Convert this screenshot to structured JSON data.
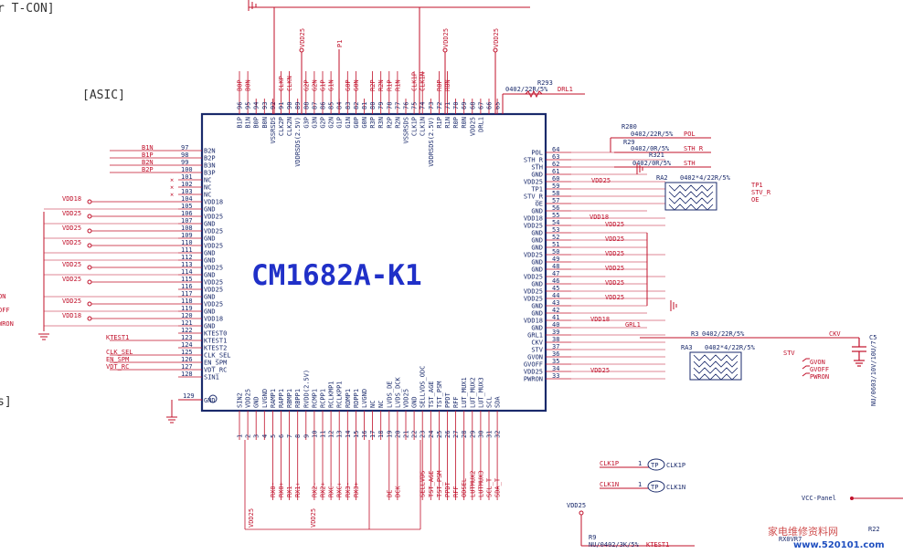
{
  "header": {
    "tcon": "r T-CON]",
    "asic": "[ASIC]",
    "edge": "s]"
  },
  "chip": {
    "name": "CM1682A-K1"
  },
  "pins_left": [
    {
      "n": "97",
      "name": "B2N",
      "net": "B1N"
    },
    {
      "n": "98",
      "name": "B2P",
      "net": "B1P"
    },
    {
      "n": "99",
      "name": "B3N",
      "net": "B2N"
    },
    {
      "n": "100",
      "name": "B3P",
      "net": "B2P"
    },
    {
      "n": "101",
      "name": "NC",
      "net": ""
    },
    {
      "n": "102",
      "name": "NC",
      "net": ""
    },
    {
      "n": "103",
      "name": "NC",
      "net": ""
    },
    {
      "n": "104",
      "name": "VDD18",
      "net": "VDD18"
    },
    {
      "n": "105",
      "name": "GND",
      "net": ""
    },
    {
      "n": "106",
      "name": "VDD25",
      "net": "VDD25"
    },
    {
      "n": "107",
      "name": "GND",
      "net": ""
    },
    {
      "n": "108",
      "name": "VDD25",
      "net": "VDD25"
    },
    {
      "n": "109",
      "name": "GND",
      "net": ""
    },
    {
      "n": "110",
      "name": "VDD25",
      "net": "VDD25"
    },
    {
      "n": "111",
      "name": "GND",
      "net": ""
    },
    {
      "n": "112",
      "name": "GND",
      "net": ""
    },
    {
      "n": "113",
      "name": "VDD25",
      "net": "VDD25"
    },
    {
      "n": "114",
      "name": "GND",
      "net": ""
    },
    {
      "n": "115",
      "name": "VDD25",
      "net": "VDD25"
    },
    {
      "n": "116",
      "name": "VDD25",
      "net": ""
    },
    {
      "n": "117",
      "name": "GND",
      "net": ""
    },
    {
      "n": "118",
      "name": "VDD25",
      "net": "VDD25"
    },
    {
      "n": "119",
      "name": "GND",
      "net": ""
    },
    {
      "n": "120",
      "name": "VDD18",
      "net": "VDD18"
    },
    {
      "n": "121",
      "name": "GND",
      "net": ""
    },
    {
      "n": "122",
      "name": "KTEST0",
      "net": ""
    },
    {
      "n": "123",
      "name": "KTEST1",
      "net": "KTEST1"
    },
    {
      "n": "124",
      "name": "KTEST2",
      "net": ""
    },
    {
      "n": "125",
      "name": "CLK_SEL",
      "net": "CLK_SEL"
    },
    {
      "n": "126",
      "name": "EN_SPM",
      "net": "EN_SPM"
    },
    {
      "n": "127",
      "name": "VDT_RC",
      "net": "VDT_RC"
    },
    {
      "n": "128",
      "name": "SIN1",
      "net": ""
    }
  ],
  "pin_gnd": {
    "n": "129",
    "name": "GND"
  },
  "pins_right": [
    {
      "n": "64",
      "name": "POL"
    },
    {
      "n": "63",
      "name": "STH_R"
    },
    {
      "n": "62",
      "name": "STH"
    },
    {
      "n": "61",
      "name": "GND"
    },
    {
      "n": "60",
      "name": "VDD25"
    },
    {
      "n": "59",
      "name": "TP1"
    },
    {
      "n": "58",
      "name": "STV_R"
    },
    {
      "n": "57",
      "name": "OE"
    },
    {
      "n": "56",
      "name": "GND"
    },
    {
      "n": "55",
      "name": "VDD18"
    },
    {
      "n": "54",
      "name": "VDD25"
    },
    {
      "n": "53",
      "name": "GND"
    },
    {
      "n": "52",
      "name": "GND"
    },
    {
      "n": "51",
      "name": "GND"
    },
    {
      "n": "50",
      "name": "VDD25"
    },
    {
      "n": "49",
      "name": "GND"
    },
    {
      "n": "48",
      "name": "GND"
    },
    {
      "n": "47",
      "name": "VDD25"
    },
    {
      "n": "46",
      "name": "GND"
    },
    {
      "n": "45",
      "name": "VDD25"
    },
    {
      "n": "44",
      "name": "VDD25"
    },
    {
      "n": "43",
      "name": "GND"
    },
    {
      "n": "42",
      "name": "GND"
    },
    {
      "n": "41",
      "name": "VDD18"
    },
    {
      "n": "40",
      "name": "GND"
    },
    {
      "n": "39",
      "name": "GRL1"
    },
    {
      "n": "38",
      "name": "CKV"
    },
    {
      "n": "37",
      "name": "STV"
    },
    {
      "n": "36",
      "name": "GVON"
    },
    {
      "n": "35",
      "name": "GVOFF"
    },
    {
      "n": "34",
      "name": "VDD25"
    },
    {
      "n": "33",
      "name": "PWRON"
    }
  ],
  "pins_top": [
    {
      "n": "96",
      "name": "B1P",
      "net": "B0P"
    },
    {
      "n": "95",
      "name": "B1N",
      "net": "B0N"
    },
    {
      "n": "94",
      "name": "B0P",
      "net": ""
    },
    {
      "n": "93",
      "name": "B0N",
      "net": ""
    },
    {
      "n": "92",
      "name": "VSSRSDS",
      "net": ""
    },
    {
      "n": "91",
      "name": "CLK2P",
      "net": "CLKP"
    },
    {
      "n": "90",
      "name": "CLK2N",
      "net": "CLKN"
    },
    {
      "n": "89",
      "name": "VDDRSDS(2.5V)",
      "net": ""
    },
    {
      "n": "88",
      "name": "G3P",
      "net": "G2P"
    },
    {
      "n": "87",
      "name": "G3N",
      "net": "G2N"
    },
    {
      "n": "86",
      "name": "G2P",
      "net": "G1P"
    },
    {
      "n": "85",
      "name": "G2N",
      "net": "G1N"
    },
    {
      "n": "84",
      "name": "G1P",
      "net": ""
    },
    {
      "n": "83",
      "name": "G1N",
      "net": "G0P"
    },
    {
      "n": "82",
      "name": "G0P",
      "net": "G0N"
    },
    {
      "n": "81",
      "name": "G0N",
      "net": ""
    },
    {
      "n": "80",
      "name": "R3P",
      "net": "R2P"
    },
    {
      "n": "79",
      "name": "R3N",
      "net": "R2N"
    },
    {
      "n": "78",
      "name": "R2P",
      "net": "R1P"
    },
    {
      "n": "77",
      "name": "R2N",
      "net": "R1N"
    },
    {
      "n": "76",
      "name": "VSSRSDS",
      "net": ""
    },
    {
      "n": "75",
      "name": "CLK1P",
      "net": "CLK1P"
    },
    {
      "n": "74",
      "name": "CLK1N",
      "net": "CLK1N"
    },
    {
      "n": "73",
      "name": "VDDRSDS(2.5V)",
      "net": ""
    },
    {
      "n": "72",
      "name": "R1P",
      "net": "R0P"
    },
    {
      "n": "71",
      "name": "R1N",
      "net": "R0N"
    },
    {
      "n": "70",
      "name": "R0P",
      "net": ""
    },
    {
      "n": "69",
      "name": "R0N",
      "net": ""
    },
    {
      "n": "68",
      "name": "VDD25",
      "net": ""
    },
    {
      "n": "67",
      "name": "DRL1",
      "net": ""
    },
    {
      "n": "66",
      "name": "",
      "net": ""
    },
    {
      "n": "65",
      "name": "",
      "net": ""
    }
  ],
  "pins_bottom": [
    {
      "n": "1",
      "name": "SIN2",
      "net": ""
    },
    {
      "n": "2",
      "name": "VDD25",
      "net": ""
    },
    {
      "n": "3",
      "name": "GND",
      "net": ""
    },
    {
      "n": "4",
      "name": "LVGND",
      "net": ""
    },
    {
      "n": "5",
      "name": "RAMP1",
      "net": "RX0-"
    },
    {
      "n": "6",
      "name": "RAPP1",
      "net": "RX0+"
    },
    {
      "n": "7",
      "name": "RBMP1",
      "net": "RX1-"
    },
    {
      "n": "8",
      "name": "RBPP1",
      "net": "RX1+"
    },
    {
      "n": "9",
      "name": "RVDD(2.5V)",
      "net": ""
    },
    {
      "n": "10",
      "name": "RCMP1",
      "net": "RX2-"
    },
    {
      "n": "11",
      "name": "RCPP1",
      "net": "RX2+"
    },
    {
      "n": "12",
      "name": "RCLKMP1",
      "net": "RXC-"
    },
    {
      "n": "13",
      "name": "RCLKPP1",
      "net": "RXC+"
    },
    {
      "n": "14",
      "name": "RDMP1",
      "net": "RX3-"
    },
    {
      "n": "15",
      "name": "RDPP1",
      "net": "RX3+"
    },
    {
      "n": "16",
      "name": "LVGND",
      "net": ""
    },
    {
      "n": "17",
      "name": "NC",
      "net": ""
    },
    {
      "n": "18",
      "name": "NC",
      "net": ""
    },
    {
      "n": "19",
      "name": "LVDS_DE",
      "net": "DE"
    },
    {
      "n": "20",
      "name": "LVDS_DCK",
      "net": "DCK"
    },
    {
      "n": "21",
      "name": "VDD25",
      "net": ""
    },
    {
      "n": "22",
      "name": "GND",
      "net": ""
    },
    {
      "n": "23",
      "name": "SELLVDS_ODC",
      "net": "SELLVDS"
    },
    {
      "n": "24",
      "name": "TST_AGE",
      "net": "TST_AGE"
    },
    {
      "n": "25",
      "name": "TST_PSM",
      "net": "TST_PSM"
    },
    {
      "n": "26",
      "name": "PPDT",
      "net": "PPDT"
    },
    {
      "n": "27",
      "name": "RFF",
      "net": "RFF"
    },
    {
      "n": "28",
      "name": "LUT_MUX1",
      "net": "ODSEL"
    },
    {
      "n": "29",
      "name": "LUT_MUX2",
      "net": "LUTMUX2"
    },
    {
      "n": "30",
      "name": "LUT_MUX3",
      "net": "LUTMUX3"
    },
    {
      "n": "31",
      "name": "SCL",
      "net": "SCL_T"
    },
    {
      "n": "32",
      "name": "SDA",
      "net": "SDA_T"
    }
  ],
  "top_power": {
    "v1": "VDD25",
    "v2": "VDD25",
    "v3": "VDD25",
    "p1": "P1"
  },
  "right_side": {
    "r293_ref": "R293",
    "r293_val": "0402/22R/5%",
    "drl1": "DRL1",
    "r280_ref": "R280",
    "r280_val": "0402/22R/5%",
    "pol": "POL",
    "r29_ref": "R29",
    "r29_val": "0402/0R/5%",
    "sth_r": "STH_R",
    "r321_ref": "R321",
    "r321_val": "0402/0R/5%",
    "sth": "STH",
    "ra2_ref": "RA2",
    "ra2_val": "0402*4/22R/5%",
    "tp1": "TP1",
    "stv_r": "STV_R",
    "oe": "OE",
    "vdd25": "VDD25",
    "vdd18": "VDD18",
    "grl1": "GRL1",
    "r3_ref": "R3",
    "r3_val": "0402/22R/5%",
    "ckv": "CKV",
    "ra3_ref": "RA3",
    "ra3_val": "0402*4/22R/5%",
    "stv": "STV",
    "gvon": "GVON",
    "gvoff": "GVOFF",
    "pwron": "PWRON",
    "c5_ref": "C5",
    "c5_val": "NU/0603/10V/10U/7",
    "clk1p": "CLK1P",
    "clk1n": "CLK1N",
    "tp": "TP",
    "one": "1",
    "vcc_panel": "VCC-Panel",
    "r9_ref": "R9",
    "r9_val": "NU/0402/3K/5%",
    "ktest1": "KTEST1",
    "vdd25_bot": "VDD25",
    "r22_ref": "R22",
    "rx0vr7": "RX0VR7",
    "edge_labels": [
      "ON",
      "OFF",
      "WRON"
    ]
  },
  "watermark": {
    "cn": "家电维修资料网",
    "url": "www.520101.com"
  },
  "colors": {
    "wire": "#c0102a",
    "text": "#1a2a6b",
    "chip_border": "#1a2a6b",
    "chip_title": "#2030c8"
  }
}
